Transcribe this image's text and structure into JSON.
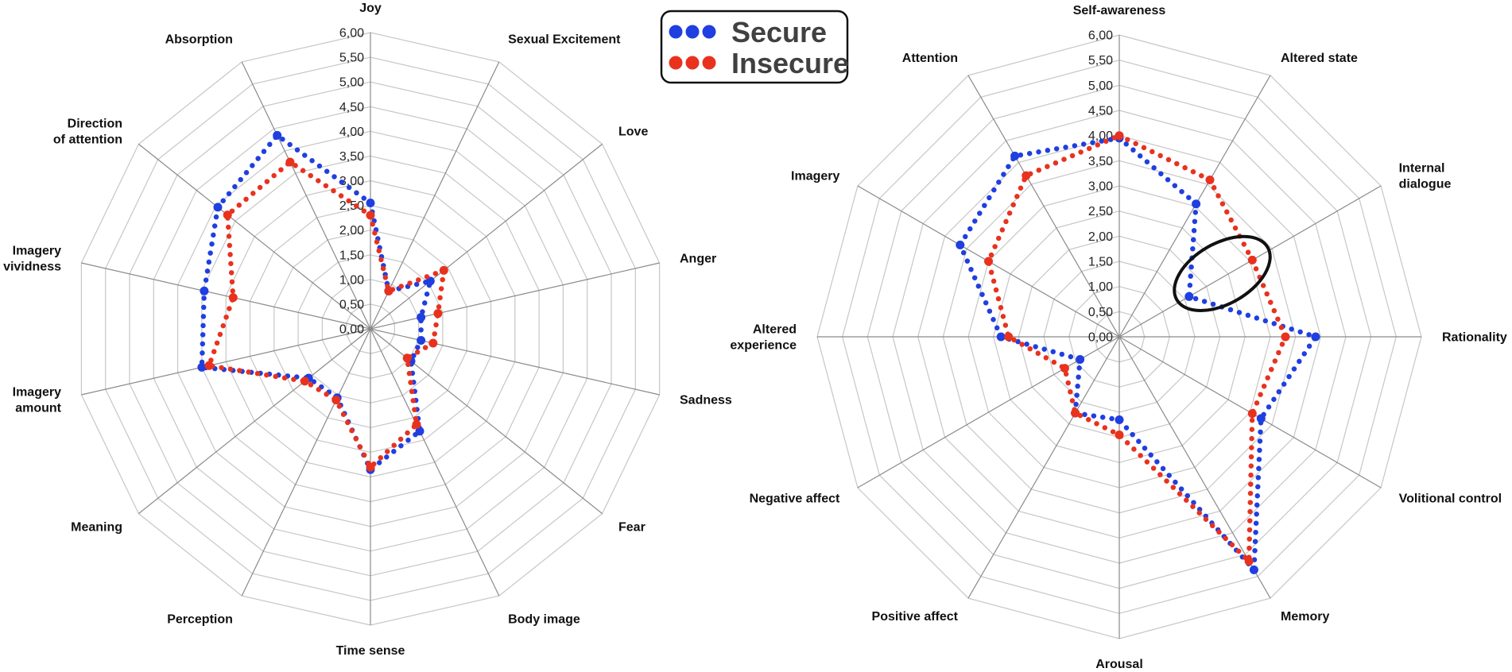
{
  "legend": {
    "items": [
      {
        "label": "Secure",
        "color": "#1f3fe0"
      },
      {
        "label": "Insecure",
        "color": "#e8321e"
      }
    ]
  },
  "chart_data": [
    {
      "type": "radar",
      "axis_range": [
        0,
        6
      ],
      "ticks": [
        "0,00",
        "0,50",
        "1,00",
        "1,50",
        "2,00",
        "2,50",
        "3,00",
        "3,50",
        "4,00",
        "4,50",
        "5,00",
        "5,50",
        "6,00"
      ],
      "grid": true,
      "axes": [
        "Joy",
        "Sexual Excitement",
        "Love",
        "Anger",
        "Sadness",
        "Fear",
        "Body image",
        "Time sense",
        "Perception",
        "Meaning",
        "Imagery amount",
        "Imagery vividness",
        "Direction of attention",
        "Absorption"
      ],
      "axis_display": [
        [
          "Joy"
        ],
        [
          "Sexual Excitement"
        ],
        [
          "Love"
        ],
        [
          "Anger"
        ],
        [
          "Sadness"
        ],
        [
          "Fear"
        ],
        [
          "Body image"
        ],
        [
          "Time sense"
        ],
        [
          "Perception"
        ],
        [
          "Meaning"
        ],
        [
          "Imagery",
          "amount"
        ],
        [
          "Imagery",
          "vividness"
        ],
        [
          "Direction",
          "of attention"
        ],
        [
          "Absorption"
        ]
      ],
      "series": [
        {
          "name": "Secure",
          "color": "#1f3fe0",
          "values": [
            2.55,
            0.85,
            1.55,
            1.05,
            1.05,
            1.05,
            2.3,
            2.85,
            1.55,
            1.6,
            3.5,
            3.45,
            3.95,
            4.35
          ]
        },
        {
          "name": "Insecure",
          "color": "#e8321e",
          "values": [
            2.3,
            0.85,
            1.9,
            1.4,
            1.3,
            0.95,
            2.15,
            2.8,
            1.6,
            1.7,
            3.35,
            2.85,
            3.7,
            3.75
          ]
        }
      ]
    },
    {
      "type": "radar",
      "axis_range": [
        0,
        6
      ],
      "ticks": [
        "0,00",
        "0,50",
        "1,00",
        "1,50",
        "2,00",
        "2,50",
        "3,00",
        "3,50",
        "4,00",
        "4,50",
        "5,00",
        "5,50",
        "6,00"
      ],
      "grid": true,
      "axes": [
        "Self-awareness",
        "Altered state",
        "Internal dialogue",
        "Rationality",
        "Volitional control",
        "Memory",
        "Arousal",
        "Positive affect",
        "Negative affect",
        "Altered experience",
        "Imagery",
        "Attention"
      ],
      "axis_display": [
        [
          "Self-awareness"
        ],
        [
          "Altered state"
        ],
        [
          "Internal",
          "dialogue"
        ],
        [
          "Rationality"
        ],
        [
          "Volitional control"
        ],
        [
          "Memory"
        ],
        [
          "Arousal"
        ],
        [
          "Positive affect"
        ],
        [
          "Negative affect"
        ],
        [
          "Altered",
          "experience"
        ],
        [
          "Imagery"
        ],
        [
          "Attention"
        ]
      ],
      "series": [
        {
          "name": "Secure",
          "color": "#1f3fe0",
          "values": [
            3.95,
            3.05,
            1.6,
            3.9,
            3.25,
            5.35,
            1.65,
            1.75,
            0.9,
            2.35,
            3.65,
            4.15
          ]
        },
        {
          "name": "Insecure",
          "color": "#e8321e",
          "values": [
            4.0,
            3.6,
            3.05,
            3.3,
            3.05,
            5.15,
            1.95,
            1.75,
            1.25,
            2.2,
            3.0,
            3.7
          ]
        }
      ],
      "annotations": [
        {
          "type": "ellipse",
          "target_axis": "Internal dialogue",
          "color": "#111111"
        }
      ]
    }
  ]
}
